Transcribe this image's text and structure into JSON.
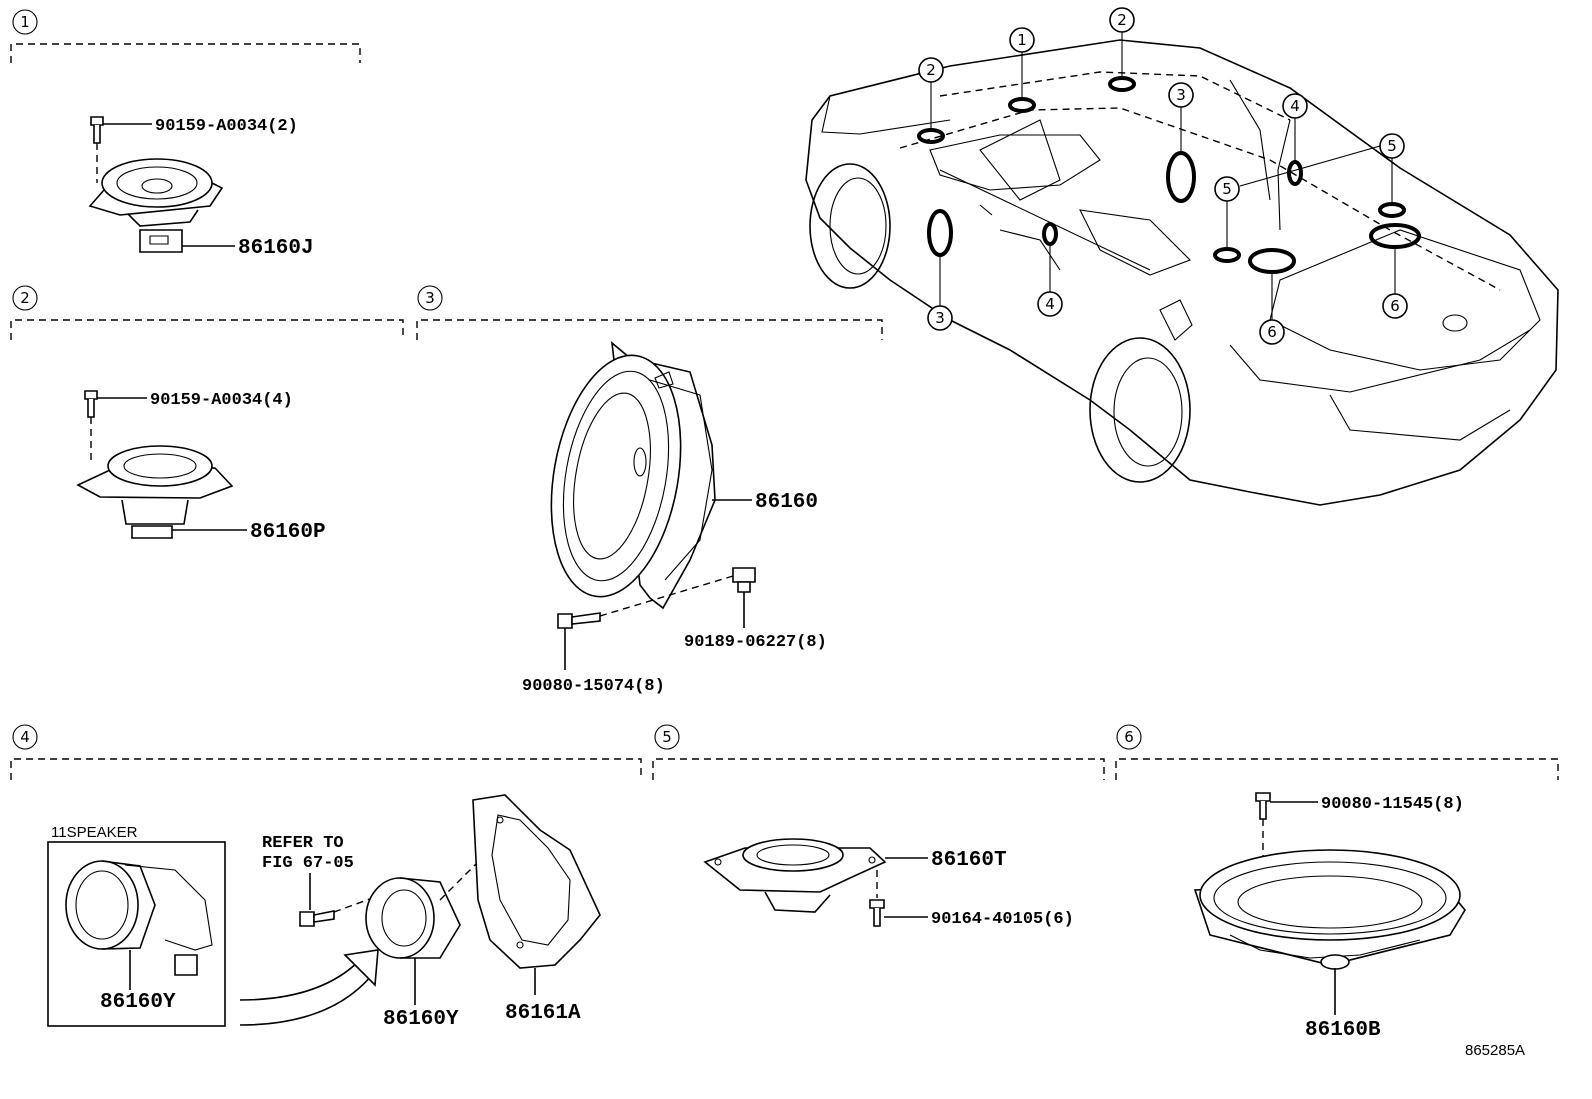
{
  "callout_numbers": [
    "1",
    "2",
    "3",
    "4",
    "5",
    "6"
  ],
  "groups": [
    {
      "id": "1",
      "parts": [
        "90159-A0034(2)",
        "86160J"
      ]
    },
    {
      "id": "2",
      "parts": [
        "90159-A0034(4)",
        "86160P"
      ]
    },
    {
      "id": "3",
      "parts": [
        "86160",
        "90189-06227(8)",
        "90080-15074(8)"
      ]
    },
    {
      "id": "4",
      "parts": [
        "86160Y",
        "86160Y",
        "86161A"
      ],
      "inset_title": "11SPEAKER",
      "refer_line1": "REFER TO",
      "refer_line2": "FIG 67-05"
    },
    {
      "id": "5",
      "parts": [
        "86160T",
        "90164-40105(6)"
      ]
    },
    {
      "id": "6",
      "parts": [
        "90080-11545(8)",
        "86160B"
      ]
    }
  ],
  "diagram_code": "865285A"
}
